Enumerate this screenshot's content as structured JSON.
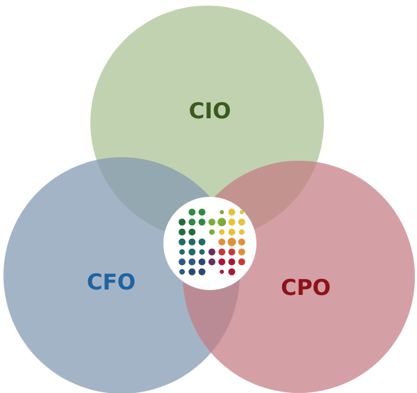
{
  "diagram": {
    "circles": [
      {
        "id": "cio",
        "label": "CIO",
        "fill": "#a9c092",
        "label_color": "#3a5a1e"
      },
      {
        "id": "cfo",
        "label": "CFO",
        "fill": "#8197b2",
        "label_color": "#1f64a0"
      },
      {
        "id": "cpo",
        "label": "CPO",
        "fill": "#c47c82",
        "label_color": "#8e1218"
      }
    ],
    "circle_opacity": 0.72,
    "center_logo": {
      "icon": "dot-matrix-logo-icon",
      "background": "#ffffff",
      "dot_palette": {
        "green_dark": "#1e6e3a",
        "green": "#2e8a3e",
        "green_light": "#7dab3a",
        "teal": "#1f6a6a",
        "blue": "#2b5a86",
        "navy": "#2e4676",
        "yellow": "#e6c23a",
        "orange": "#e08f3a",
        "red": "#c23a3a",
        "crimson": "#a9163a",
        "purple": "#6a2e5a"
      }
    }
  }
}
